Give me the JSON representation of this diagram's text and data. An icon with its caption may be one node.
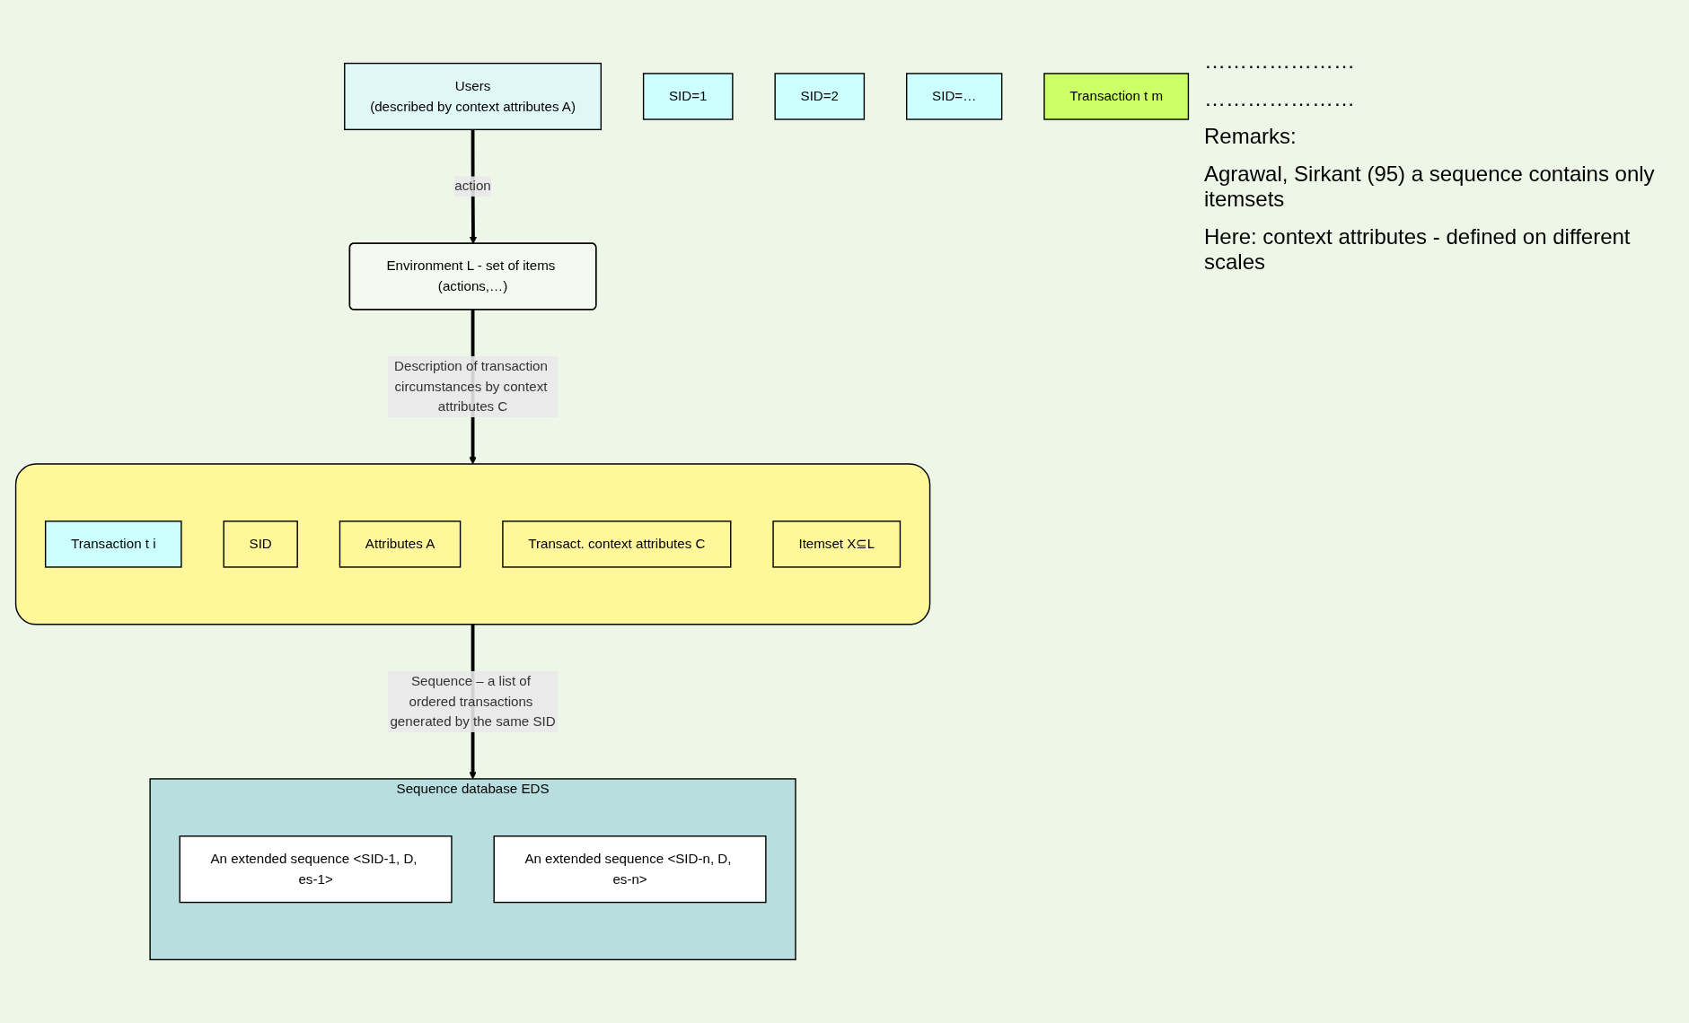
{
  "diagram": {
    "nodes": [
      {
        "text": [
          "Environment L - set of items (actions,…)"
        ]
      },
      {
        "text": [
          "Users",
          "(described by context attributes A)"
        ]
      },
      {
        "text": [
          "SID=1"
        ]
      },
      {
        "text": [
          "SID=2"
        ]
      },
      {
        "text": [
          "SID=…"
        ]
      },
      {
        "text": [],
        "shape": "box"
      },
      {
        "text": [
          "Transaction t i"
        ],
        "in": 5
      },
      {
        "text": [
          "SID"
        ],
        "in": 5
      },
      {
        "text": [
          "Attributes A"
        ],
        "in": 5
      },
      {
        "text": [
          "Transact. context attributes C"
        ],
        "in": 5
      },
      {
        "text": [
          "Itemset X⊆L"
        ],
        "in": 5
      },
      {
        "text": [
          "Transaction t m"
        ]
      },
      {
        "text": [
          "Sequence database EDS"
        ]
      },
      {
        "text": [
          "An extended sequence <SID-1, D, es-1>"
        ],
        "in": 12
      },
      {
        "text": [
          "An extended sequence <SID-n, D, es-n>"
        ],
        "in": 12
      }
    ],
    "edges": [
      {
        "from": 1,
        "to": 0,
        "arrow": "to",
        "label": "action"
      },
      {
        "from": 0,
        "to": 5,
        "arrow": "to",
        "label": "Description of transaction circumstances by context attributes C"
      },
      {
        "from": 5,
        "to": 12,
        "arrow": "to",
        "label": "Sequence – a list of ordered transactions generated by the same SID"
      }
    ],
    "labels": [
      "…………………",
      "…………………",
      "Remarks:",
      "Agrawal, Sirkant (95) a sequence contains only itemsets",
      "Here: context attributes - defined on different scales"
    ]
  }
}
